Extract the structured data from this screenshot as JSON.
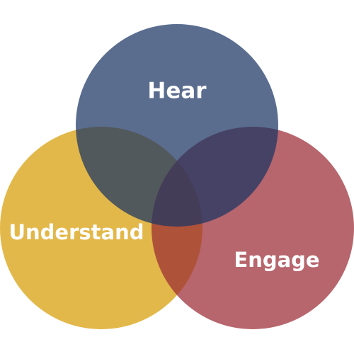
{
  "venn": {
    "circles": [
      {
        "key": "hear",
        "label": "Hear",
        "color": "#1b3564"
      },
      {
        "key": "understand",
        "label": "Understand",
        "color": "#e3b84a"
      },
      {
        "key": "engage",
        "label": "Engage",
        "color": "#9b2b35"
      }
    ],
    "overlap_opacity": 0.72
  }
}
